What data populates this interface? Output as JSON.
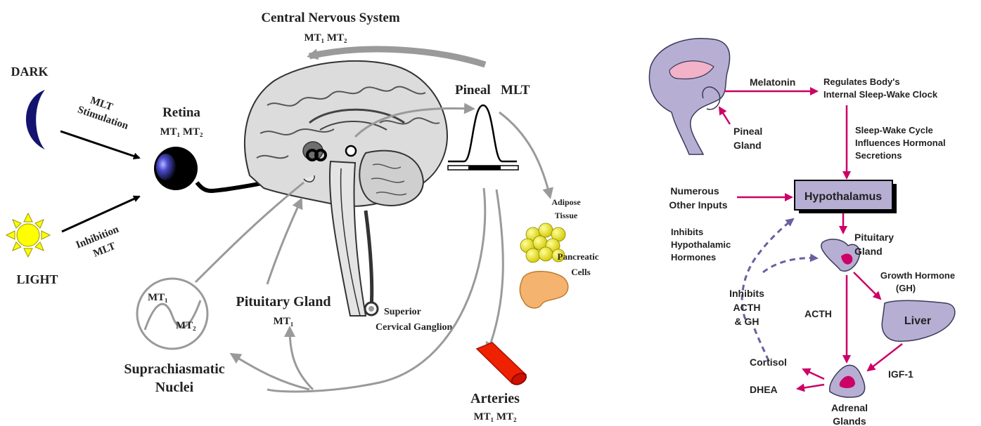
{
  "left_diagram": {
    "cns_title": "Central Nervous System",
    "cns_receptors": "MT₁  MT₂",
    "dark_label": "DARK",
    "light_label": "LIGHT",
    "mlt_stimulation_line1": "MLT",
    "mlt_stimulation_line2": "Stimulation",
    "inhibition_line1": "Inhibition",
    "inhibition_line2": "MLT",
    "retina_label": "Retina",
    "retina_receptors": "MT₁ MT₂",
    "pineal_label_word": "Pineal",
    "pineal_label_mlt": "MLT",
    "adipose_line1": "Adipose",
    "adipose_line2": "Tissue",
    "pancreatic_line1": "Pancreatic",
    "pancreatic_line2": "Cells",
    "scn_mt1": "MT₁",
    "scn_mt2": "MT₂",
    "scn_line1": "Suprachiasmatic",
    "scn_line2": "Nuclei",
    "pituitary_label": "Pituitary Gland",
    "pituitary_receptor": "MT₁",
    "scg_line1": "Superior",
    "scg_line2": "Cervical Ganglion",
    "arteries_label": "Arteries",
    "arteries_receptors": "MT₁ MT₂"
  },
  "right_diagram": {
    "melatonin": "Melatonin",
    "regulates_line1": "Regulates Body's",
    "regulates_line2": "Internal Sleep-Wake Clock",
    "pineal_line1": "Pineal",
    "pineal_line2": "Gland",
    "sleep_wake_line1": "Sleep-Wake Cycle",
    "sleep_wake_line2": "Influences Hormonal",
    "sleep_wake_line3": "Secretions",
    "numerous_line1": "Numerous",
    "numerous_line2": "Other Inputs",
    "hypothalamus": "Hypothalamus",
    "inhibits_hyp_line1": "Inhibits",
    "inhibits_hyp_line2": "Hypothalamic",
    "inhibits_hyp_line3": "Hormones",
    "pituitary_line1": "Pituitary",
    "pituitary_line2": "Gland",
    "growth_line1": "Growth Hormone",
    "growth_line2": "(GH)",
    "inhibits_acth_line1": "Inhibits",
    "inhibits_acth_line2": "ACTH",
    "inhibits_acth_line3": "& GH",
    "acth": "ACTH",
    "liver": "Liver",
    "cortisol": "Cortisol",
    "igf1": "IGF-1",
    "dhea": "DHEA",
    "adrenal_line1": "Adrenal",
    "adrenal_line2": "Glands"
  },
  "colors": {
    "magenta": "#cc0066",
    "lavender": "#b6afd3",
    "dashed_purple": "#6a5fa0",
    "gray_arrow": "#9a9a9a"
  }
}
